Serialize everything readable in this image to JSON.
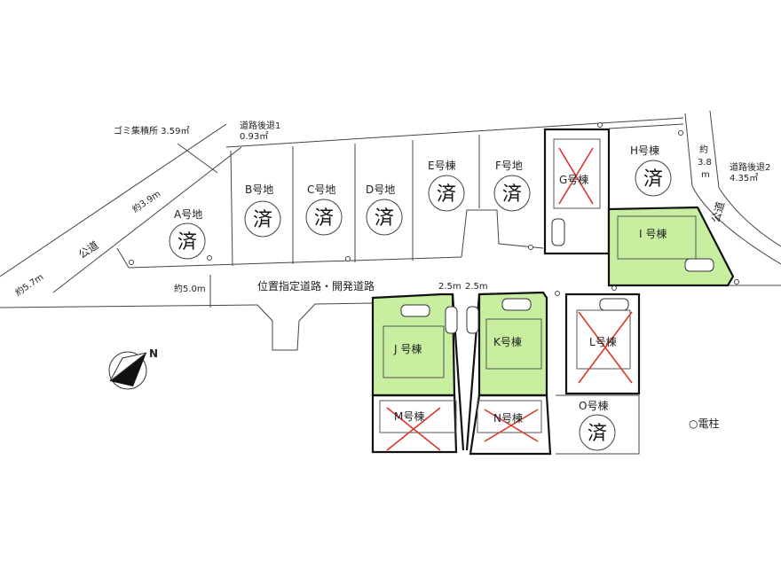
{
  "labels": {
    "gomi": "ゴミ集積所 3.59㎡",
    "setback1_a": "道路後退1",
    "setback1_b": "0.93㎡",
    "setback2_a": "道路後退2",
    "setback2_b": "4.35㎡",
    "road_west": "公道",
    "road_east": "公道",
    "width_57": "約5.7m",
    "width_39": "約3.9m",
    "width_50": "約5.0m",
    "width_38_a": "約",
    "width_38_b": "3.8",
    "width_38_c": "m",
    "road_main": "位置指定道路・開発道路",
    "dim_25a": "2.5m",
    "dim_25b": "2.5m",
    "north": "N",
    "pole_legend": "○電柱"
  },
  "lots": {
    "A": "A号地",
    "B": "B号地",
    "C": "C号地",
    "D": "D号地",
    "E": "E号棟",
    "F": "F号地",
    "G": "G号棟",
    "H": "H号棟",
    "I": "I 号棟",
    "J": "J 号棟",
    "K": "K号棟",
    "L": "L号棟",
    "M": "M号棟",
    "N": "N号棟",
    "O": "O号棟"
  },
  "sold_mark": "済",
  "colors": {
    "available": "#c8eea0",
    "sold_cross": "#d9362a"
  }
}
